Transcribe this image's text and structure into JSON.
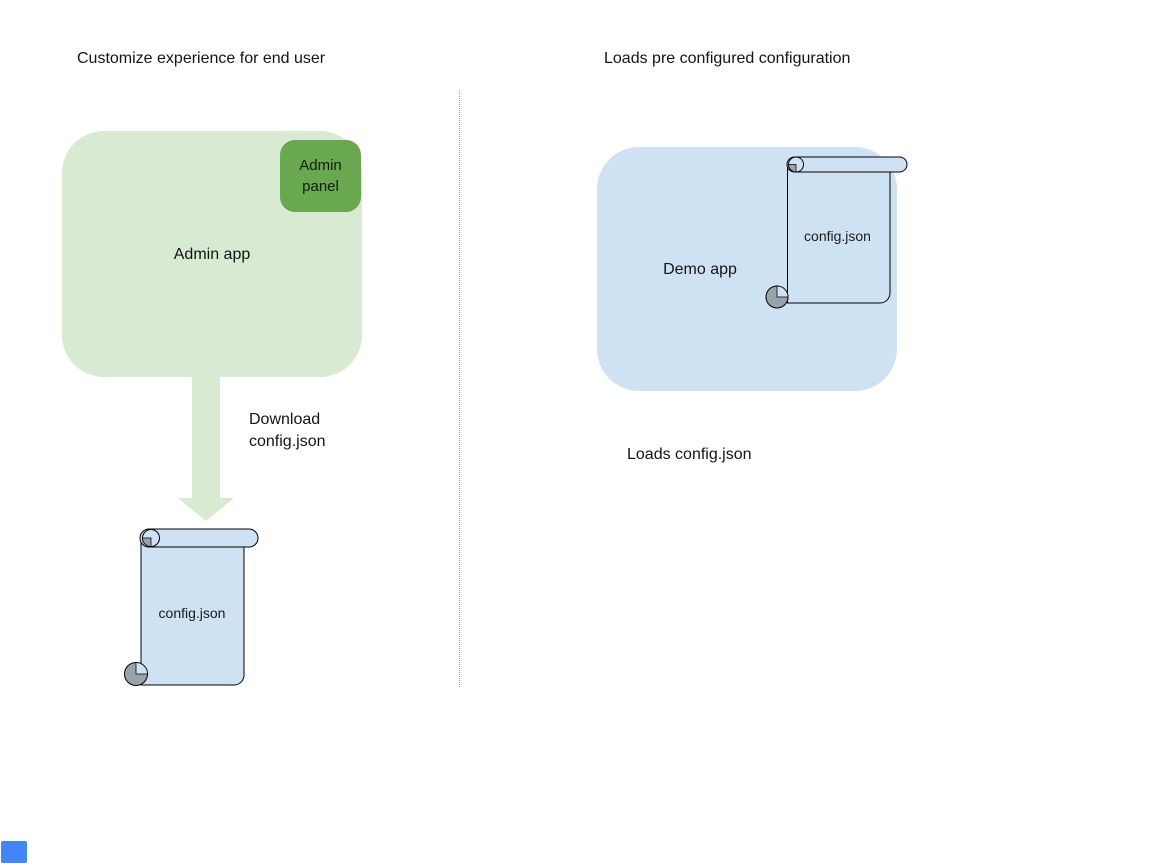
{
  "diagram": {
    "left": {
      "title": "Customize experience for end user",
      "admin_app_label": "Admin app",
      "admin_panel_label": "Admin panel",
      "arrow_caption": "Download\nconfig.json",
      "config_file_label": "config.json"
    },
    "right": {
      "title": "Loads pre configured configuration",
      "demo_app_label": "Demo app",
      "config_file_label": "config.json",
      "caption": "Loads config.json"
    },
    "colors": {
      "app_green_fill": "#d9ead3",
      "panel_green_fill": "#6aa84f",
      "file_blue_fill": "#cfe2f3",
      "scroll_curl_gray": "#9aa3ab",
      "divider_gray": "#9b9b9b",
      "corner_accent_blue": "#4285f4",
      "text": "#141414"
    }
  }
}
